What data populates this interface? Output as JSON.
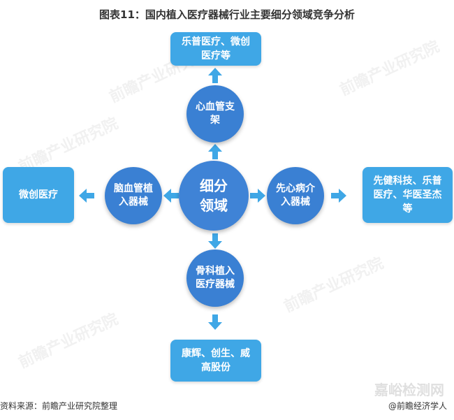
{
  "title": "图表11：国内植入医疗器械行业主要细分领域竞争分析",
  "center_label": "细分领域",
  "nodes": {
    "top": "心血管支架",
    "left": "脑血管植入器械",
    "right": "先心病介入器械",
    "bottom": "骨科植入医疗器械"
  },
  "boxes": {
    "top": "乐普医疗、微创医疗等",
    "left": "微创医疗",
    "right": "先健科技、乐普医疗、华医圣杰等",
    "bottom": "康辉、创生、威高股份"
  },
  "footer": {
    "source": "资料来源：前瞻产业研究院整理",
    "brand": "@前瞻经济学人"
  },
  "watermark": {
    "text": "前瞻产业研究院",
    "corner": "嘉峪检测网"
  },
  "colors": {
    "circle": "#3a80d3",
    "box": "#3fa7e6",
    "arrow": "#3fa7e6"
  }
}
